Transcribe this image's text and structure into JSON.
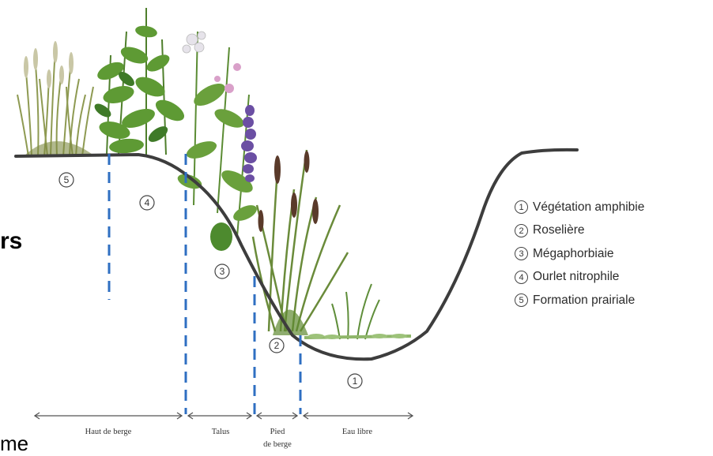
{
  "legend": [
    {
      "num": "1",
      "label": "Végétation amphibie"
    },
    {
      "num": "2",
      "label": "Roselière"
    },
    {
      "num": "3",
      "label": "Mégaphorbiaie"
    },
    {
      "num": "4",
      "label": "Ourlet nitrophile"
    },
    {
      "num": "5",
      "label": "Formation prairiale"
    }
  ],
  "zone_markers": [
    {
      "num": "5"
    },
    {
      "num": "4"
    },
    {
      "num": "3"
    },
    {
      "num": "2"
    },
    {
      "num": "1"
    }
  ],
  "sections": [
    {
      "label": "Haut de berge"
    },
    {
      "label": "Talus"
    },
    {
      "label": "Pied",
      "label2": "de berge"
    },
    {
      "label": "Eau libre"
    }
  ],
  "cropped_text": {
    "left_fragment": "rs",
    "bottom_fragment": "me"
  },
  "colors": {
    "profile_line": "#3d3d3d",
    "divider": "#2f6fc2",
    "grass": "#9aa25a",
    "foliage": "#5e9a34",
    "foliage_dark": "#3f7a28",
    "reed": "#6a8b3a",
    "purple_flower": "#6b4fa3",
    "pink_flower": "#d9a0c9"
  }
}
